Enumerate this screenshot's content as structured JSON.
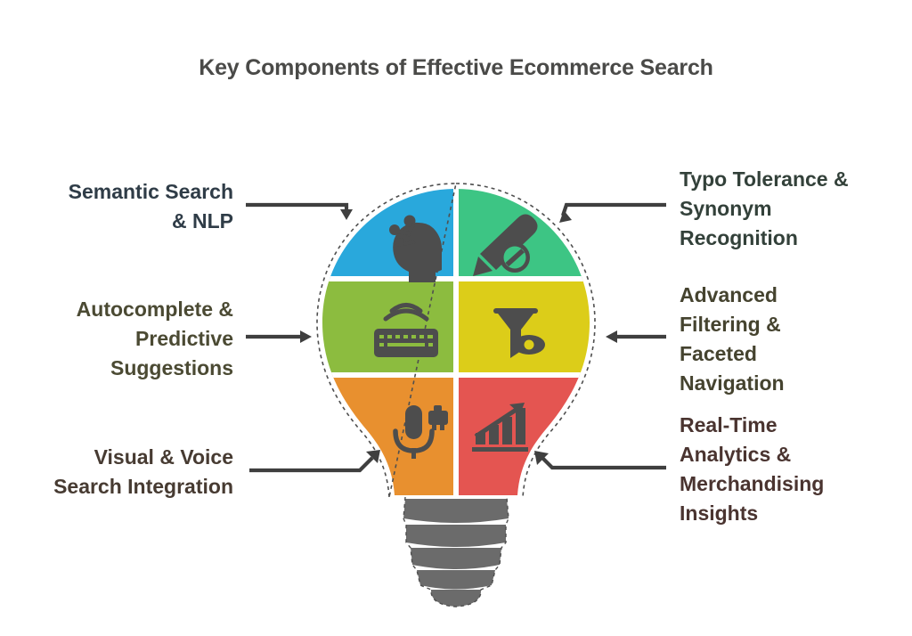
{
  "page": {
    "title": "Key Components of Effective Ecommerce Search",
    "background_color": "#ffffff",
    "title_color": "#4a4a48"
  },
  "diagram": {
    "shape": "lightbulb",
    "segment_count": 6,
    "outline_style": "dashed",
    "base": {
      "name": "bulb-screw-base",
      "color": "#6b6b6b",
      "band_count": 5
    }
  },
  "components": [
    {
      "id": "semantic-search",
      "label": "Semantic Search\n& NLP",
      "side": "left",
      "row": 1,
      "color": "#29a8dc",
      "color_name": "blue",
      "icon": "head-thinking-icon",
      "arrow": "arrow-down-right"
    },
    {
      "id": "typo-tolerance",
      "label": "Typo Tolerance &\nSynonym\nRecognition",
      "side": "right",
      "row": 1,
      "color": "#3dc584",
      "color_name": "green",
      "icon": "pen-blocked-icon",
      "arrow": "arrow-down-left"
    },
    {
      "id": "autocomplete",
      "label": "Autocomplete &\nPredictive\nSuggestions",
      "side": "left",
      "row": 2,
      "color": "#8cbc3f",
      "color_name": "lime",
      "icon": "keyboard-wifi-icon",
      "arrow": "arrow-right"
    },
    {
      "id": "advanced-filtering",
      "label": "Advanced\nFiltering &\nFaceted\nNavigation",
      "side": "right",
      "row": 2,
      "color": "#dccd19",
      "color_name": "yellow",
      "icon": "funnel-eye-icon",
      "arrow": "arrow-left"
    },
    {
      "id": "visual-voice-search",
      "label": "Visual & Voice\nSearch Integration",
      "side": "left",
      "row": 3,
      "color": "#e8902f",
      "color_name": "orange",
      "icon": "microphone-camera-icon",
      "arrow": "arrow-up-right"
    },
    {
      "id": "realtime-analytics",
      "label": "Real-Time\nAnalytics &\nMerchandising\nInsights",
      "side": "right",
      "row": 3,
      "color": "#e45551",
      "color_name": "red",
      "icon": "bar-chart-trend-icon",
      "arrow": "arrow-up-left"
    }
  ],
  "colors": {
    "icon_fill": "#4d4d4d",
    "arrow": "#3f3f3f",
    "divider": "#ffffff",
    "outline": "#555555"
  }
}
